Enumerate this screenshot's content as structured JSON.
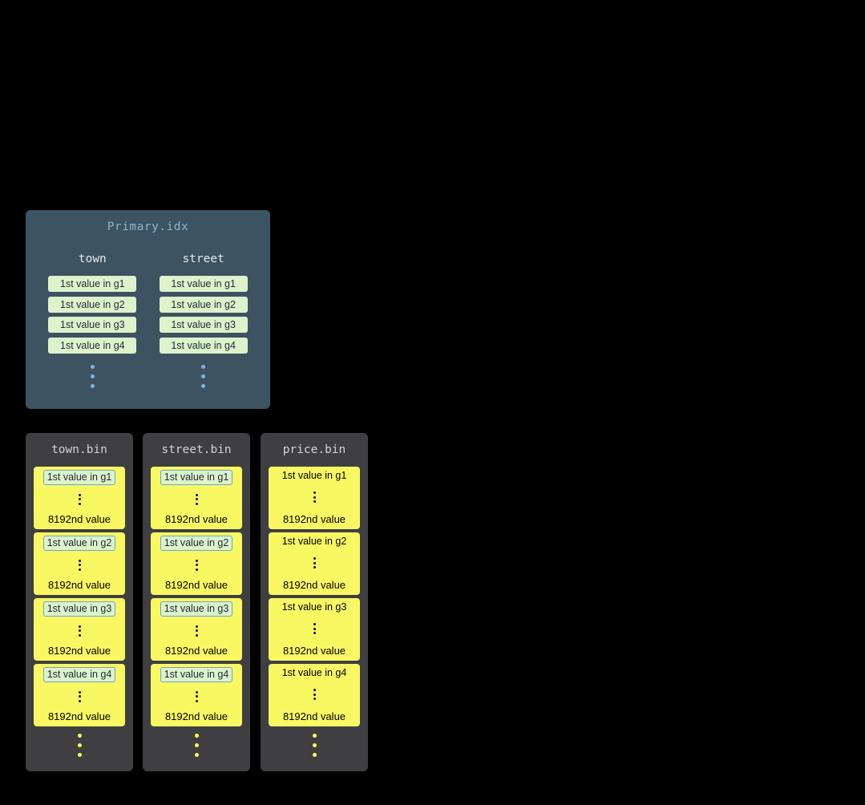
{
  "colors": {
    "background": "#000000",
    "primary-panel-bg": "#3d5362",
    "primary-title": "#8fb3c7",
    "column-header": "#e9e9e9",
    "chip-bg": "#def2cb",
    "chip-text": "#1c2b36",
    "chip-border": "#6aa6cd",
    "blue-dot": "#7fb5d6",
    "bin-panel-bg": "#3f3f41",
    "bin-title": "#d2d2d2",
    "granule-bg": "#f9f863",
    "granule-text": "#000000"
  },
  "primary": {
    "title": "Primary.idx",
    "columns": [
      {
        "name": "town",
        "chips": [
          "1st value in g1",
          "1st value in g2",
          "1st value in g3",
          "1st value in g4"
        ]
      },
      {
        "name": "street",
        "chips": [
          "1st value in g1",
          "1st value in g2",
          "1st value in g3",
          "1st value in g4"
        ]
      }
    ]
  },
  "bins": [
    {
      "title": "town.bin",
      "granules": [
        {
          "first": "1st value in g1",
          "last": "8192nd value"
        },
        {
          "first": "1st value in g2",
          "last": "8192nd value"
        },
        {
          "first": "1st value in g3",
          "last": "8192nd value"
        },
        {
          "first": "1st value in g4",
          "last": "8192nd value"
        }
      ]
    },
    {
      "title": "street.bin",
      "granules": [
        {
          "first": "1st value in g1",
          "last": "8192nd value"
        },
        {
          "first": "1st value in g2",
          "last": "8192nd value"
        },
        {
          "first": "1st value in g3",
          "last": "8192nd value"
        },
        {
          "first": "1st value in g4",
          "last": "8192nd value"
        }
      ]
    },
    {
      "title": "price.bin",
      "granules": [
        {
          "first": "1st value in g1",
          "last": "8192nd value"
        },
        {
          "first": "1st value in g2",
          "last": "8192nd value"
        },
        {
          "first": "1st value in g3",
          "last": "8192nd value"
        },
        {
          "first": "1st value in g4",
          "last": "8192nd value"
        }
      ]
    }
  ]
}
